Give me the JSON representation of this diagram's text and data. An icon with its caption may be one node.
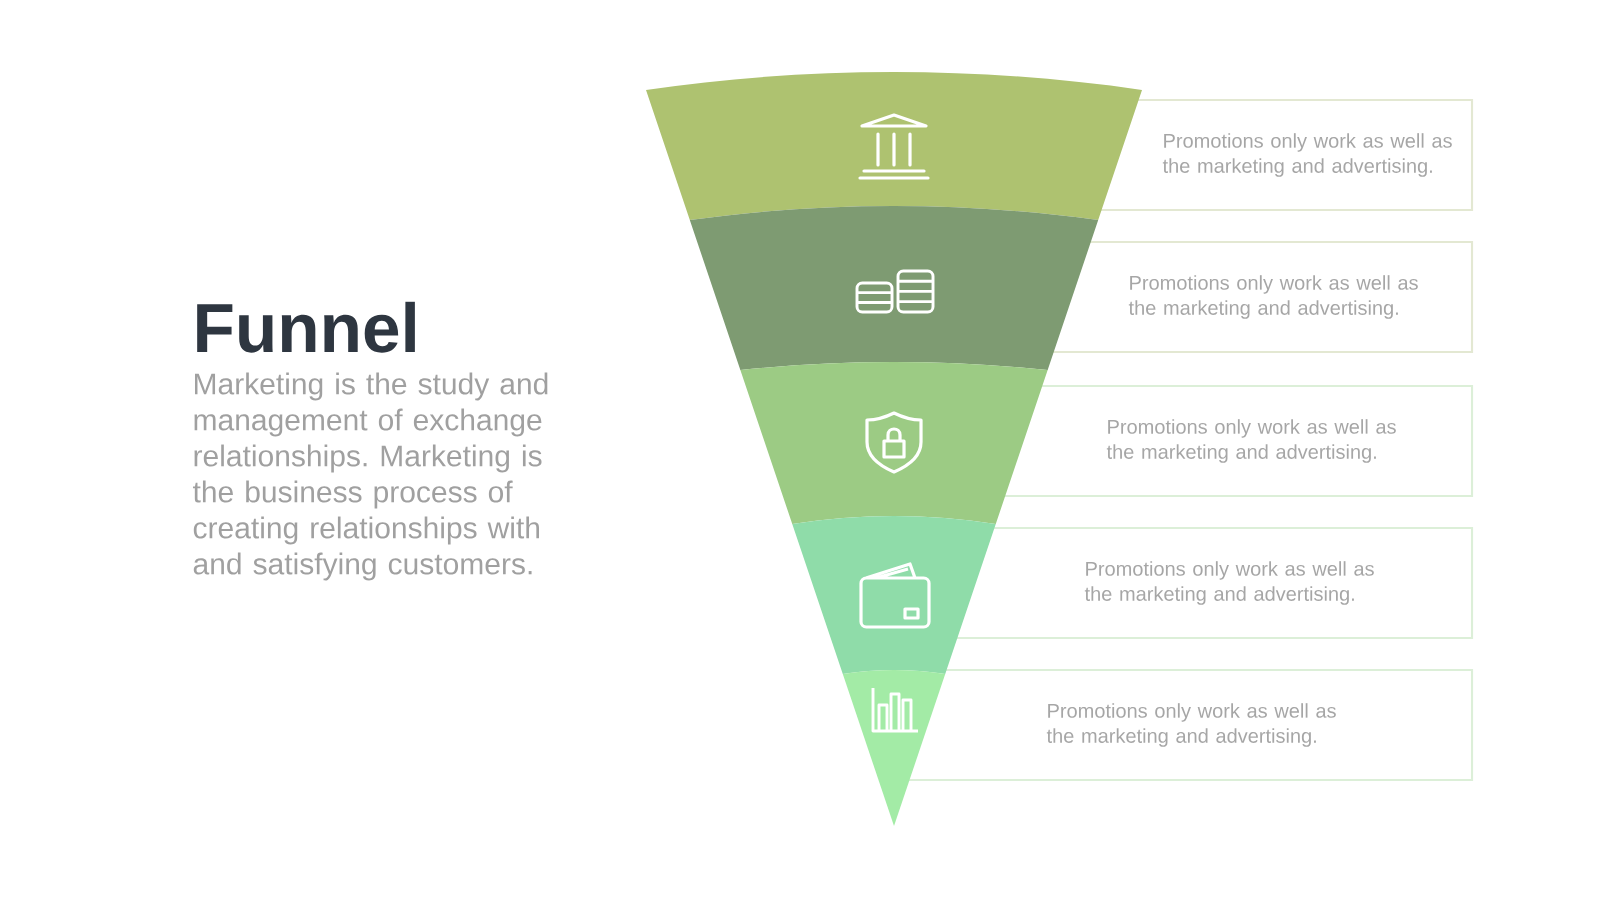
{
  "diagram": {
    "title": "Funnel",
    "nodes": [
      {
        "text": [],
        "shape": "band"
      },
      {
        "text": [
          "Promotions only work as well as the marketing and advertising."
        ]
      },
      {
        "text": [],
        "shape": "band"
      },
      {
        "text": [
          "Promotions only work as well as the marketing and advertising."
        ]
      },
      {
        "text": [],
        "shape": "band"
      },
      {
        "text": [
          "Promotions only work as well as the marketing and advertising."
        ]
      },
      {
        "text": [],
        "shape": "band"
      },
      {
        "text": [
          "Promotions only work as well as the marketing and advertising."
        ]
      },
      {
        "text": [],
        "shape": "band"
      },
      {
        "text": [
          "Promotions only work as well as the marketing and advertising."
        ]
      }
    ],
    "labels": [
      "Marketing is the study and management of exchange relationships. Marketing is the business process of creating relationships with and satisfying customers."
    ]
  }
}
